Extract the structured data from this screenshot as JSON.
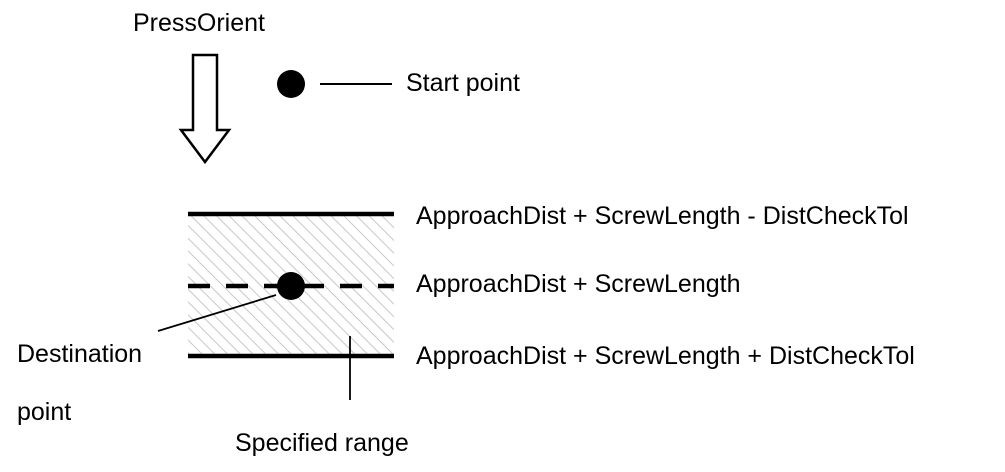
{
  "labels": {
    "press_orient": "PressOrient",
    "start_point": "Start point",
    "upper_limit": "ApproachDist + ScrewLength - DistCheckTol",
    "nominal": "ApproachDist + ScrewLength",
    "lower_limit": "ApproachDist + ScrewLength + DistCheckTol",
    "destination_line1": "Destination",
    "destination_line2": "point",
    "specified_range": "Specified range"
  },
  "colors": {
    "ink": "#000000",
    "hatch": "#c8c8c8",
    "background": "#ffffff"
  },
  "icons": {
    "direction_arrow": "hollow-down-arrow",
    "point_marker": "filled-circle"
  }
}
